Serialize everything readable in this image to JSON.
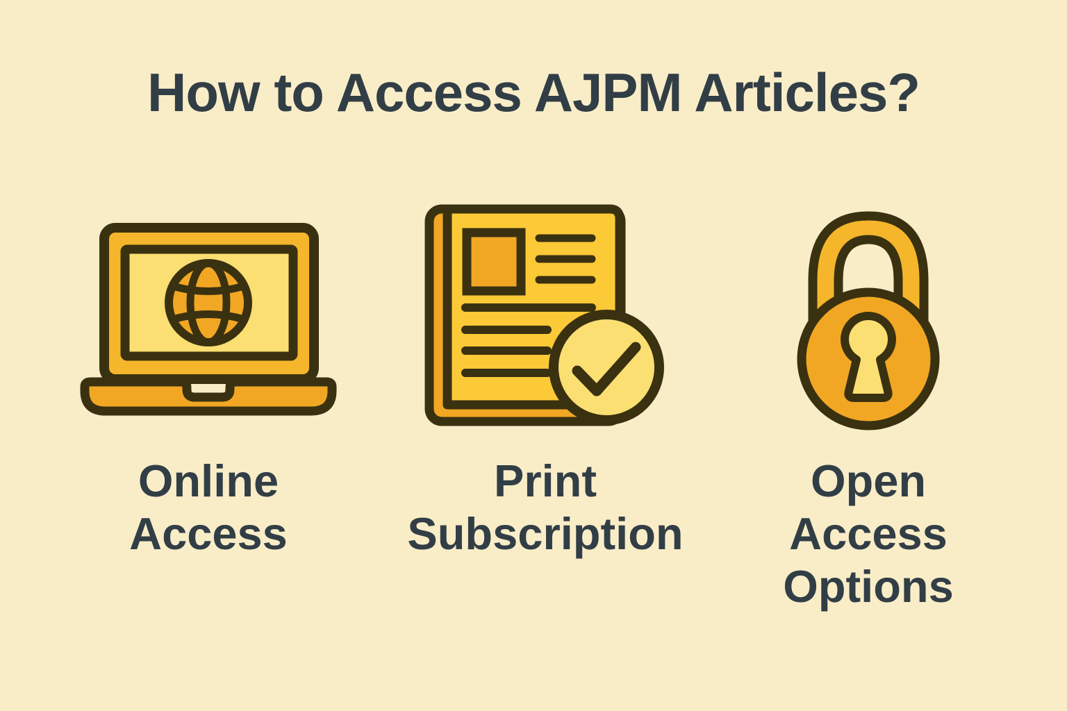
{
  "title": "How to Access AJPM Articles?",
  "items": [
    {
      "icon": "laptop-globe-icon",
      "label": "Online\nAccess"
    },
    {
      "icon": "document-check-icon",
      "label": "Print\nSubscription"
    },
    {
      "icon": "padlock-icon",
      "label": "Open\nAccess\nOptions"
    }
  ],
  "colors": {
    "bg": "#f9edc8",
    "ink": "#3a3110",
    "text": "#323e46",
    "gold": "#f5b62b",
    "page": "#fcc937",
    "orange": "#f2a724",
    "light": "#fbdf72"
  }
}
